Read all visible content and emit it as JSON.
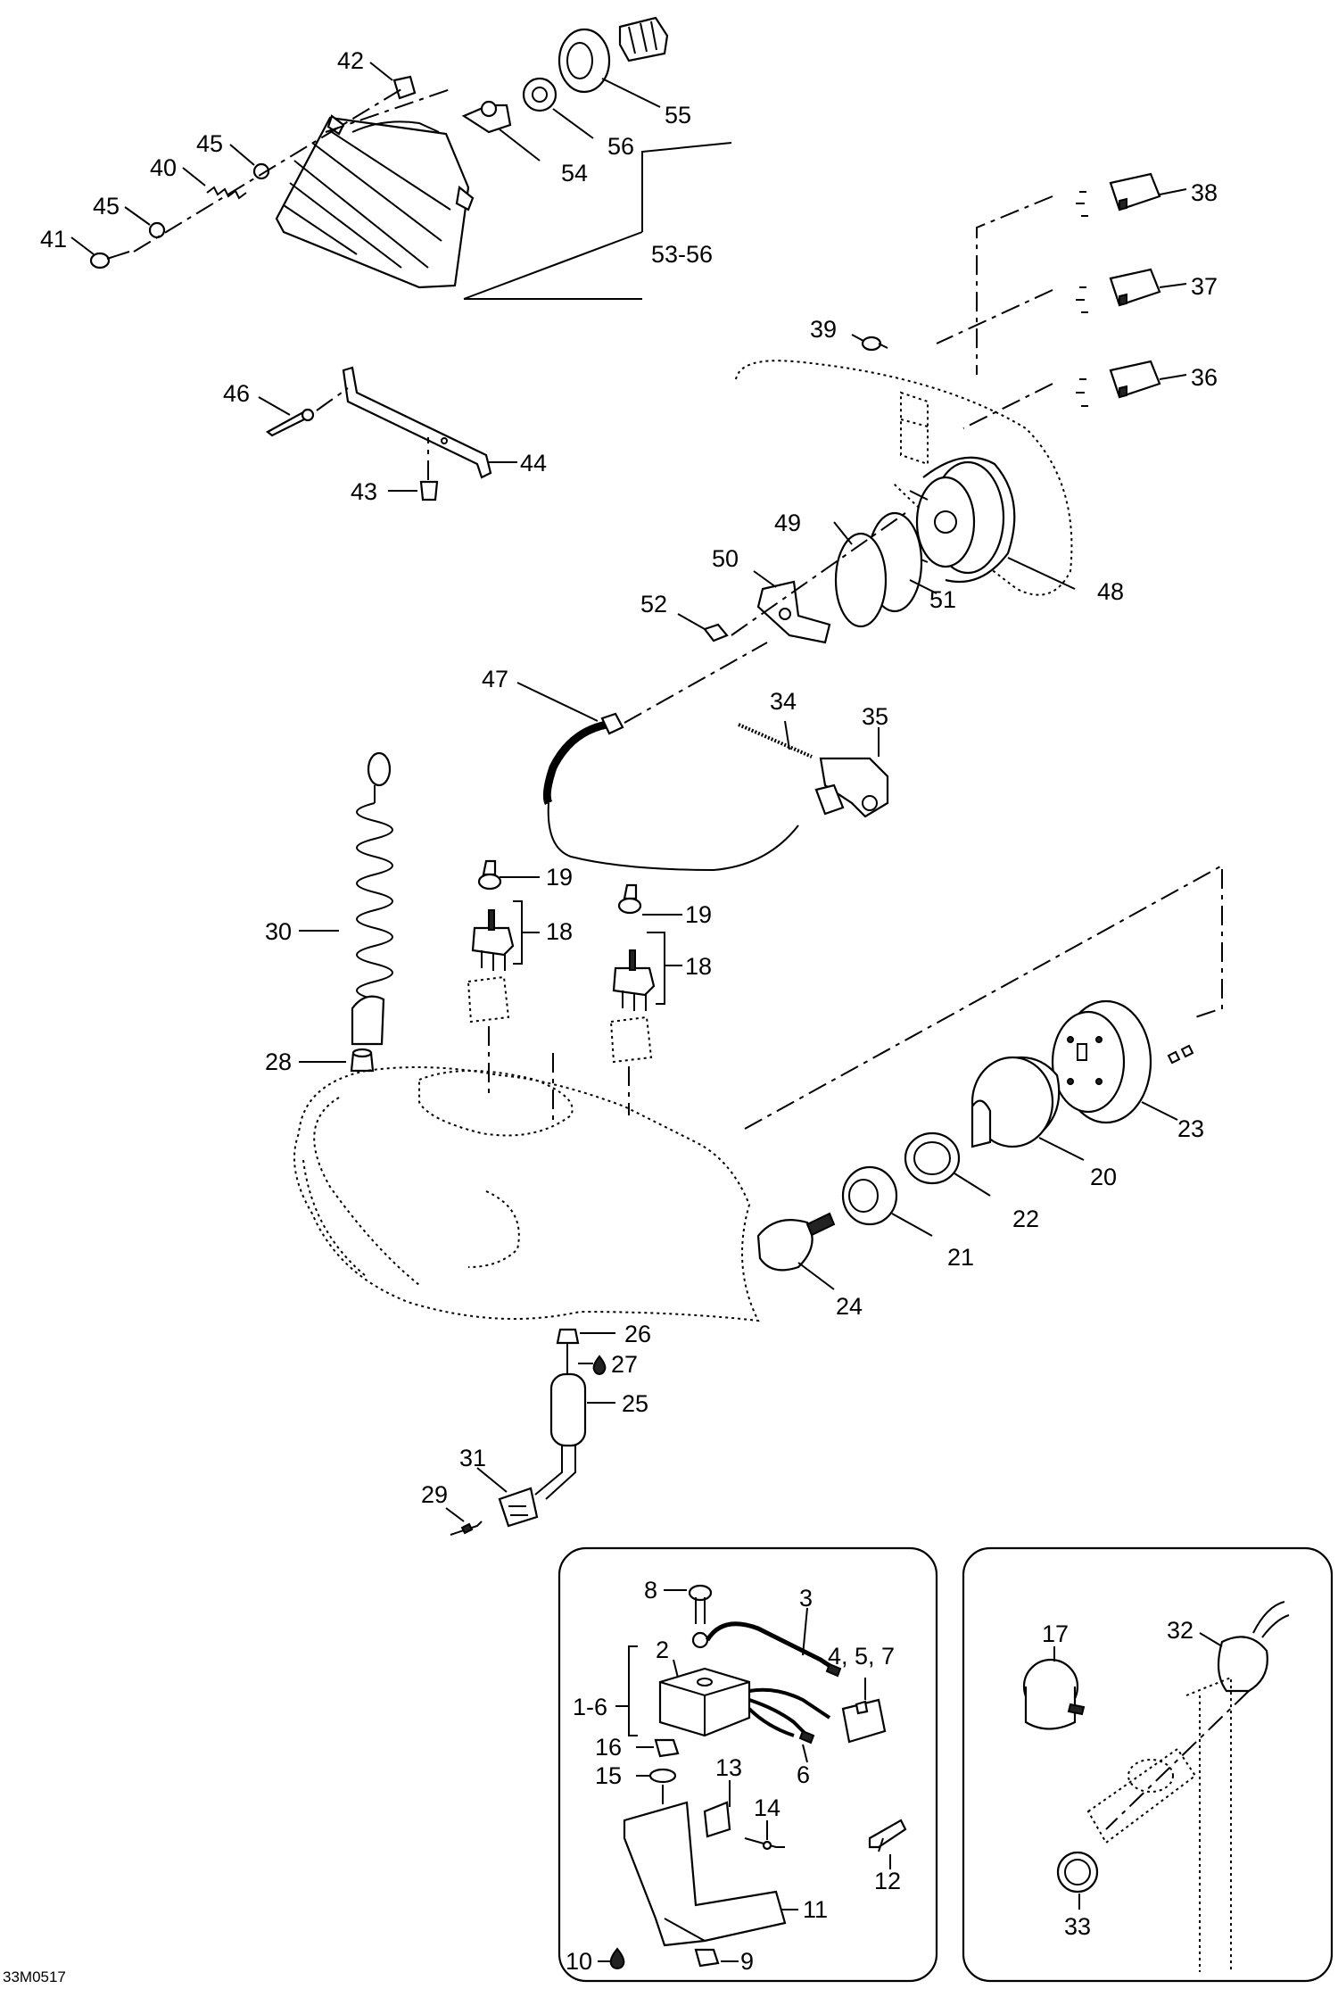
{
  "labels": {
    "l42": "42",
    "l55": "55",
    "l56": "56",
    "l54": "54",
    "l45a": "45",
    "l40": "40",
    "l45b": "45",
    "l41": "41",
    "l53_56": "53-56",
    "l38": "38",
    "l37": "37",
    "l39": "39",
    "l36": "36",
    "l46": "46",
    "l44": "44",
    "l43": "43",
    "l49": "49",
    "l48": "48",
    "l50": "50",
    "l51": "51",
    "l52": "52",
    "l47": "47",
    "l34": "34",
    "l35": "35",
    "l19a": "19",
    "l18a": "18",
    "l30": "30",
    "l19b": "19",
    "l18b": "18",
    "l28": "28",
    "l23": "23",
    "l20": "20",
    "l22": "22",
    "l21": "21",
    "l24": "24",
    "l26": "26",
    "l27": "27",
    "l25": "25",
    "l31": "31",
    "l29": "29",
    "l8": "8",
    "l3": "3",
    "l2": "2",
    "l4_5_7": "4, 5, 7",
    "l1_6": "1-6",
    "l16": "16",
    "l6": "6",
    "l15": "15",
    "l13": "13",
    "l14": "14",
    "l11": "11",
    "l12": "12",
    "l10": "10",
    "l9": "9",
    "l17": "17",
    "l32": "32",
    "l33": "33"
  },
  "drawing_code": "33M0517"
}
